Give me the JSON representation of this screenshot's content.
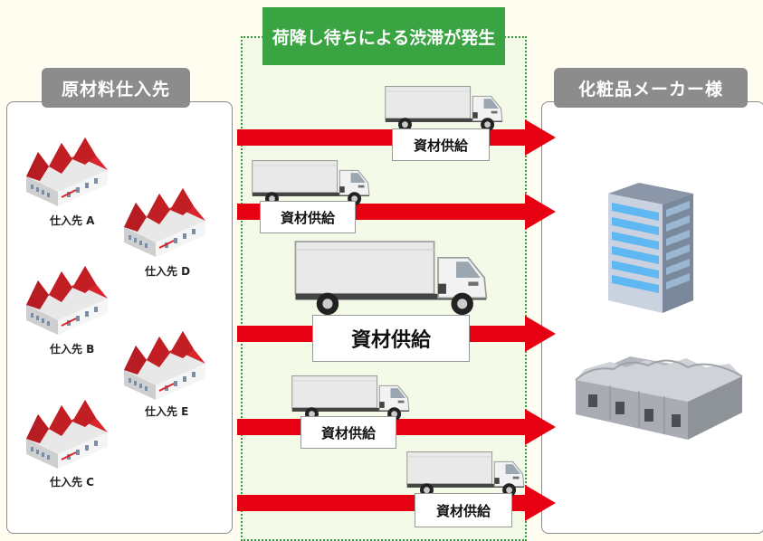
{
  "bottleneck_label": "荷降し待ちによる渋滞が発生",
  "supplier_panel": {
    "title": "原材料仕入先",
    "suppliers": [
      "仕入先 A",
      "仕入先 D",
      "仕入先 B",
      "仕入先 E",
      "仕入先 C"
    ]
  },
  "maker_panel": {
    "title": "化粧品メーカー様"
  },
  "deliveries": [
    "資材供給",
    "資材供給",
    "資材供給",
    "資材供給",
    "資材供給"
  ],
  "colors": {
    "arrow": "#e60012",
    "green": "#3aa443",
    "label_gray": "#8c8c8c",
    "roof": "#d9262c"
  }
}
